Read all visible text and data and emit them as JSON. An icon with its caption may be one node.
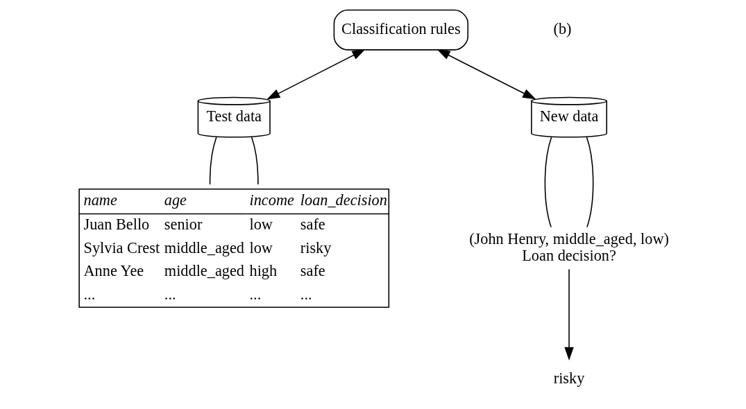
{
  "diagram": {
    "nodes": [
      {
        "text": [
          "Classification rules"
        ]
      },
      {
        "text": [
          "Test data"
        ]
      },
      {
        "text": [
          "New data"
        ]
      },
      {
        "text": [
          "name",
          "age",
          "income",
          "loan_decision",
          "Juan Bello",
          "senior",
          "low",
          "safe",
          "Sylvia Crest",
          "middle_aged",
          "low",
          "risky",
          "Anne Yee",
          "middle_aged",
          "high",
          "safe",
          "...",
          "...",
          "...",
          "..."
        ]
      },
      {
        "text": [
          "(John Henry, middle_aged, low)",
          "Loan decision?"
        ]
      },
      {
        "text": [
          "risky"
        ]
      }
    ],
    "edges": [
      {
        "from": 0,
        "to": 1,
        "arrow": "both"
      },
      {
        "from": 0,
        "to": 2,
        "arrow": "both"
      },
      {
        "from": 1,
        "to": 3,
        "arrow": "none"
      },
      {
        "from": 1,
        "to": 3,
        "arrow": "none"
      },
      {
        "from": 2,
        "to": 4,
        "arrow": "none"
      },
      {
        "from": 2,
        "to": 4,
        "arrow": "none"
      },
      {
        "from": 4,
        "to": 5,
        "arrow": "to"
      }
    ],
    "labels": [
      "(b)"
    ]
  }
}
